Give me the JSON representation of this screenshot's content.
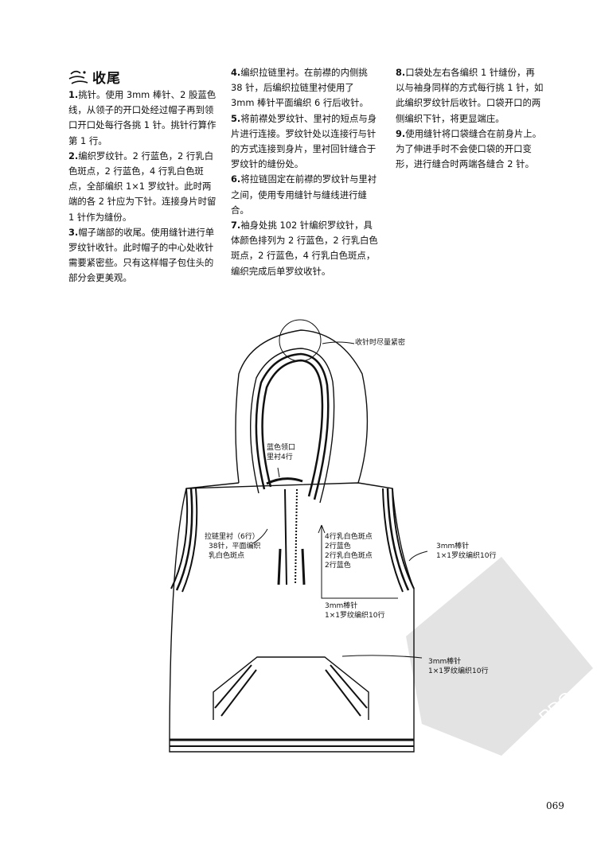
{
  "heading": {
    "title": "收尾",
    "icon": "decorative-swirl-icon"
  },
  "steps": [
    {
      "num": "1.",
      "text": "挑针。使用 3mm 棒针、2 股蓝色线，从领子的开口处经过帽子再到领口开口处每行各挑 1 针。挑针行算作第 1 行。"
    },
    {
      "num": "2.",
      "text": "编织罗纹针。2 行蓝色，2 行乳白色斑点，2 行蓝色，4 行乳白色斑点，全部编织 1×1 罗纹针。此时两端的各 2 针应为下针。连接身片时留 1 针作为缝份。"
    },
    {
      "num": "3.",
      "text": "帽子端部的收尾。使用缝针进行单罗纹针收针。此时帽子的中心处收针需要紧密些。只有这样帽子包住头的部分会更美观。"
    },
    {
      "num": "4.",
      "text": "编织拉链里衬。在前襟的内侧挑 38 针，后编织拉链里衬使用了 3mm 棒针平面编织 6 行后收针。"
    },
    {
      "num": "5.",
      "text": "将前襟处罗纹针、里衬的短点与身片进行连接。罗纹针处以连接行与针的方式连接到身片，里衬回针缝合于罗纹针的缝份处。"
    },
    {
      "num": "6.",
      "text": "将拉链固定在前襟的罗纹针与里衬之间，使用专用缝针与缝线进行缝合。"
    },
    {
      "num": "7.",
      "text": "袖身处挑 102 针编织罗纹针，具体颜色排列为 2 行蓝色，2 行乳白色斑点，2 行蓝色，4 行乳白色斑点，编织完成后单罗纹收针。"
    },
    {
      "num": "8.",
      "text": "口袋处左右各编织 1 针缝份，再以与袖身同样的方式每行挑 1 针，如此编织罗纹针后收针。口袋开口的两侧编织下针，将更显端庄。"
    },
    {
      "num": "9.",
      "text": "使用缝针将口袋缝合在前身片上。为了伸进手时不会使口袋的开口变形，进行缝合时两端各缝合 2 针。"
    }
  ],
  "diagram": {
    "hood_tip": "收针时尽量紧密",
    "collar_line1": "蓝色领口",
    "collar_line2": "里衬4行",
    "zip_line1": "拉链里衬（6行）",
    "zip_line2": "38针，平面编织",
    "zip_line3": "乳白色斑点",
    "stripe1": "4行乳白色斑点",
    "stripe2": "2行蓝色",
    "stripe3": "2行乳白色斑点",
    "stripe4": "2行蓝色",
    "hem_line1": "3mm棒针",
    "hem_line2": "1×1罗纹编织10行",
    "arm_line1": "3mm棒针",
    "arm_line2": "1×1罗纹编织10行",
    "pocket_line1": "3mm棒针",
    "pocket_line2": "1×1罗纹编织10行"
  },
  "watermark": {
    "mark": "PDG"
  },
  "page_number": "069"
}
